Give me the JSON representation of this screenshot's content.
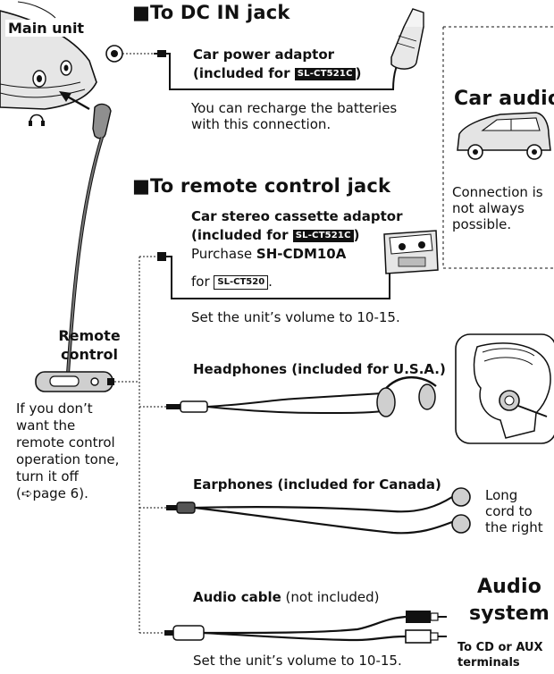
{
  "main_unit": {
    "label": "Main unit"
  },
  "dc_in": {
    "heading": "To DC IN jack",
    "adaptor_line1": "Car power adaptor",
    "adaptor_line2_prefix": "(included for",
    "model_badge": "SL-CT521C",
    "adaptor_line2_suffix": ")",
    "note_line1": "You can recharge the batteries",
    "note_line2": "with this connection."
  },
  "car_audio": {
    "title": "Car audio",
    "note_line1": "Connection is",
    "note_line2": "not always",
    "note_line3": "possible."
  },
  "remote_jack": {
    "heading": "To remote control jack",
    "cassette_line1": "Car stereo cassette adaptor",
    "cassette_line2_prefix": "(included for",
    "cassette_badge": "SL-CT521C",
    "cassette_line2_suffix": ")",
    "purchase_prefix": "Purchase",
    "purchase_model": "SH-CDM10A",
    "purchase_for": "for",
    "purchase_badge": "SL-CT520",
    "purchase_suffix": ".",
    "volume_note": "Set the unit’s volume to 10-15."
  },
  "remote_control": {
    "label_line1": "Remote",
    "label_line2": "control",
    "note_line1": "If you don’t",
    "note_line2": "want the",
    "note_line3": "remote control",
    "note_line4": "operation tone,",
    "note_line5": "turn it off",
    "note_line6_prefix": "(",
    "note_line6_arrow": "➪",
    "note_line6_text": "page 6)."
  },
  "headphones": {
    "label": "Headphones (included for U.S.A.)"
  },
  "earphones": {
    "label": "Earphones (included for Canada)",
    "note_line1": "Long",
    "note_line2": "cord to",
    "note_line3": "the right"
  },
  "audio_cable": {
    "label_bold": "Audio cable",
    "label_normal": "(not included)",
    "volume_note": "Set the unit’s volume to 10-15."
  },
  "audio_system": {
    "title_line1": "Audio",
    "title_line2": "system",
    "note_line1": "To CD or AUX",
    "note_line2": "terminals"
  }
}
